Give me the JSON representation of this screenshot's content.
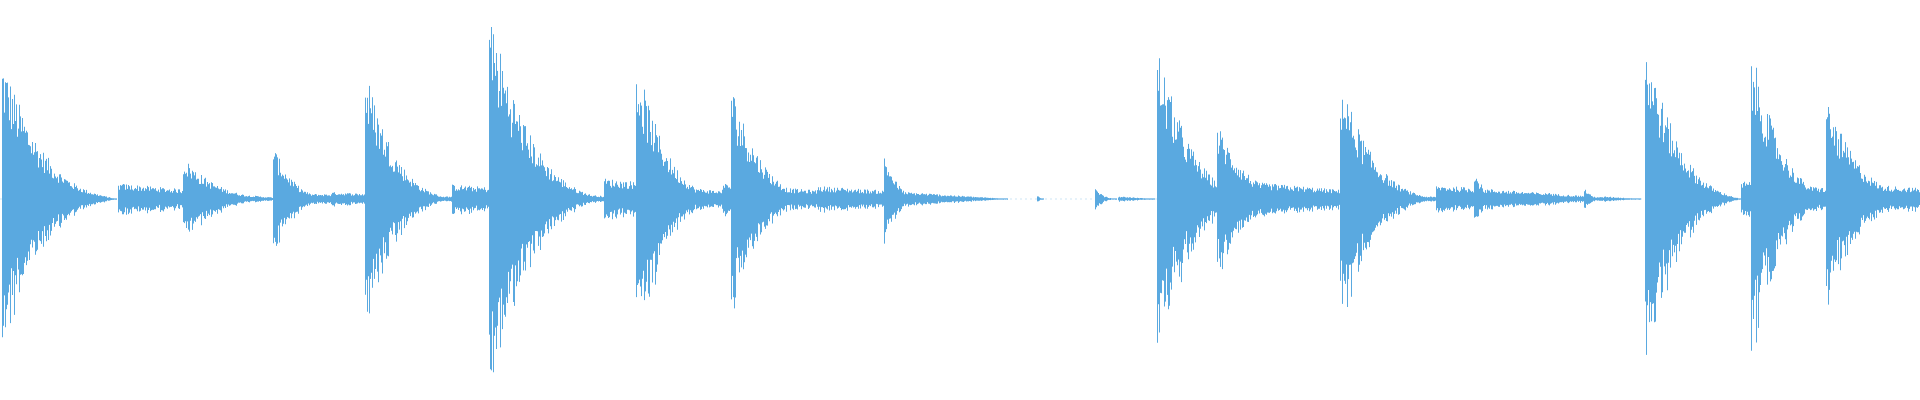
{
  "waveform": {
    "color": "#5aa9e0",
    "background": "#ffffff",
    "shape": "mirrored-amplitude-envelope",
    "duration_fraction_max": 1.0,
    "hits": [
      {
        "t": 0.001,
        "peak": 0.74,
        "decay": 0.06,
        "tail": 0.09
      },
      {
        "t": 0.095,
        "peak": 0.22,
        "decay": 0.05,
        "tail": 0.16
      },
      {
        "t": 0.142,
        "peak": 0.28,
        "decay": 0.03,
        "tail": 0.08
      },
      {
        "t": 0.19,
        "peak": 0.68,
        "decay": 0.045,
        "tail": 0.1
      },
      {
        "t": 0.2545,
        "peak": 1.0,
        "decay": 0.06,
        "tail": 0.1
      },
      {
        "t": 0.331,
        "peak": 0.74,
        "decay": 0.045,
        "tail": 0.11
      },
      {
        "t": 0.3805,
        "peak": 0.6,
        "decay": 0.045,
        "tail": 0.1
      },
      {
        "t": 0.4355,
        "peak": 0.05,
        "decay": 0.01,
        "tail": 0.02
      },
      {
        "t": 0.46,
        "peak": 0.25,
        "decay": 0.02,
        "tail": 0.02
      },
      {
        "t": 0.54,
        "peak": 0.02,
        "decay": 0.004,
        "tail": 0.0
      },
      {
        "t": 0.57,
        "peak": 0.06,
        "decay": 0.012,
        "tail": 0.02
      },
      {
        "t": 0.6025,
        "peak": 0.8,
        "decay": 0.05,
        "tail": 0.1
      },
      {
        "t": 0.6335,
        "peak": 0.4,
        "decay": 0.045,
        "tail": 0.09
      },
      {
        "t": 0.6975,
        "peak": 0.64,
        "decay": 0.05,
        "tail": 0.1
      },
      {
        "t": 0.7675,
        "peak": 0.16,
        "decay": 0.015,
        "tail": 0.03
      },
      {
        "t": 0.806,
        "peak": 0.05,
        "decay": 0.008,
        "tail": 0.02
      },
      {
        "t": 0.825,
        "peak": 0.06,
        "decay": 0.01,
        "tail": 0.02
      },
      {
        "t": 0.8565,
        "peak": 0.85,
        "decay": 0.05,
        "tail": 0.12
      },
      {
        "t": 0.9115,
        "peak": 0.81,
        "decay": 0.045,
        "tail": 0.12
      },
      {
        "t": 0.951,
        "peak": 0.52,
        "decay": 0.05,
        "tail": 0.12
      }
    ]
  }
}
